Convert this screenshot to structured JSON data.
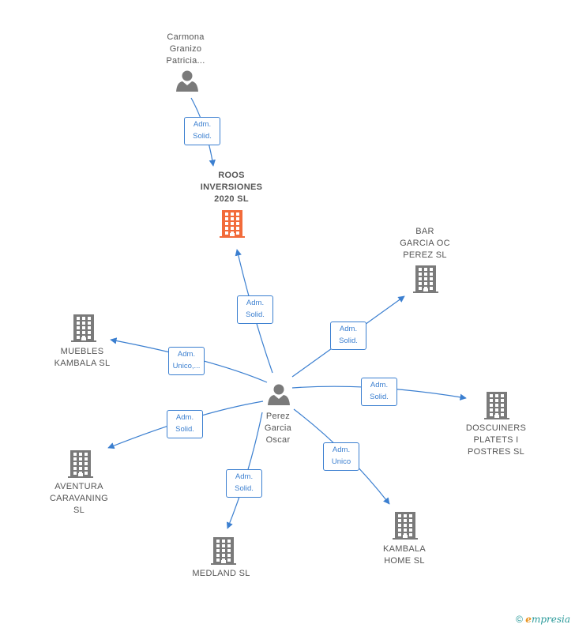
{
  "colors": {
    "edge": "#3b7fd0",
    "node_gray": "#7a7a7a",
    "node_highlight": "#f26b3a"
  },
  "nodes": {
    "carmona": {
      "type": "person",
      "label_lines": [
        "Carmona",
        "Granizo",
        "Patricia..."
      ]
    },
    "roos": {
      "type": "company-main",
      "label_lines": [
        "ROOS",
        "INVERSIONES",
        "2020  SL"
      ]
    },
    "bar_garcia": {
      "type": "company",
      "label_lines": [
        "BAR",
        "GARCIA OC",
        "PEREZ  SL"
      ]
    },
    "muebles": {
      "type": "company",
      "label_lines": [
        "MUEBLES",
        "KAMBALA SL"
      ]
    },
    "perez": {
      "type": "person",
      "label_lines": [
        "Perez",
        "Garcia",
        "Oscar"
      ]
    },
    "doscuiners": {
      "type": "company",
      "label_lines": [
        "DOSCUINERS",
        "PLATETS I",
        "POSTRES  SL"
      ]
    },
    "aventura": {
      "type": "company",
      "label_lines": [
        "AVENTURA",
        "CARAVANING",
        "SL"
      ]
    },
    "medland": {
      "type": "company",
      "label_lines": [
        "MEDLAND SL"
      ]
    },
    "kambala_home": {
      "type": "company",
      "label_lines": [
        "KAMBALA",
        "HOME  SL"
      ]
    }
  },
  "edges": [
    {
      "from": "carmona",
      "to": "roos",
      "label_lines": [
        "Adm.",
        "Solid."
      ]
    },
    {
      "from": "perez",
      "to": "roos",
      "label_lines": [
        "Adm.",
        "Solid."
      ]
    },
    {
      "from": "perez",
      "to": "bar_garcia",
      "label_lines": [
        "Adm.",
        "Solid."
      ]
    },
    {
      "from": "perez",
      "to": "muebles",
      "label_lines": [
        "Adm.",
        "Unico,..."
      ]
    },
    {
      "from": "perez",
      "to": "doscuiners",
      "label_lines": [
        "Adm.",
        "Solid."
      ]
    },
    {
      "from": "perez",
      "to": "aventura",
      "label_lines": [
        "Adm.",
        "Solid."
      ]
    },
    {
      "from": "perez",
      "to": "medland",
      "label_lines": [
        "Adm.",
        "Solid."
      ]
    },
    {
      "from": "perez",
      "to": "kambala_home",
      "label_lines": [
        "Adm.",
        "Unico"
      ]
    }
  ],
  "footer": {
    "copyright": "©",
    "brand_initial": "e",
    "brand_rest": "mpresia"
  }
}
